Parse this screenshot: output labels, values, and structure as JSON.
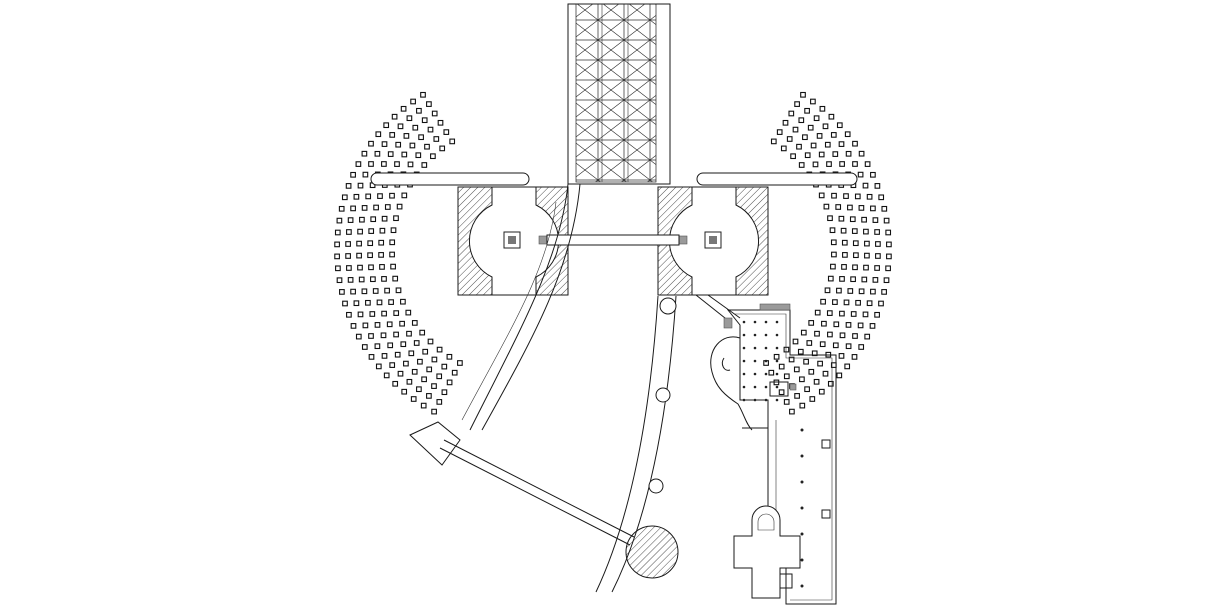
{
  "drawing": {
    "kind": "architectural site plan",
    "elements": [
      "central-tower-band",
      "left-seating-arc",
      "right-seating-arc",
      "left-courtyard-block",
      "right-courtyard-block",
      "connecting-bridge",
      "curved-walkway",
      "diagonal-promenade",
      "hatched-round-pavilion",
      "main-building-complex",
      "cross-shaped-chapel"
    ],
    "colors": {
      "line": "#1a1a1a",
      "background": "#ffffff",
      "accent-gray": "#9a9a9a"
    }
  }
}
